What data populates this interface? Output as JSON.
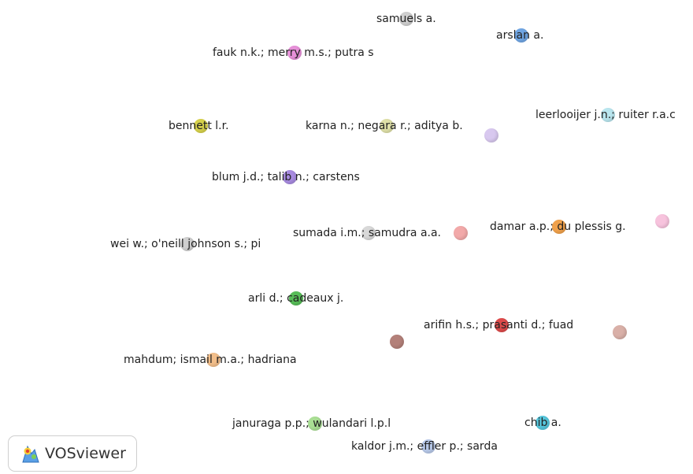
{
  "app_name": "VOSviewer",
  "nodes": [
    {
      "label": "samuels a.",
      "color": "#cfcfcf"
    },
    {
      "label": "arslan a.",
      "color": "#6fa5e3"
    },
    {
      "label": "fauk n.k.; merry m.s.; putra s",
      "color": "#e690d8"
    },
    {
      "label": "bennett l.r.",
      "color": "#d6d14b"
    },
    {
      "label": "karna n.; negara r.; aditya b.",
      "color": "#dfe0a8"
    },
    {
      "label": "",
      "color": "#d8c8ef"
    },
    {
      "label": "leerlooijer j.n.; ruiter r.a.c",
      "color": "#b9e6ef"
    },
    {
      "label": "blum j.d.; talib n.; carstens",
      "color": "#a88be0"
    },
    {
      "label": "sumada i.m.; samudra a.a.",
      "color": "#d8d8d8"
    },
    {
      "label": "",
      "color": "#f2a9a9"
    },
    {
      "label": "damar a.p.; du plessis g.",
      "color": "#f0a14b"
    },
    {
      "label": "",
      "color": "#f7c3dd"
    },
    {
      "label": "wei w.; o'neill johnson s.; pi",
      "color": "#cfcfcf"
    },
    {
      "label": "arli d.; cadeaux j.",
      "color": "#57bd58"
    },
    {
      "label": "arifin h.s.; prasanti d.; fuad",
      "color": "#dd4a4a"
    },
    {
      "label": "",
      "color": "#b38079"
    },
    {
      "label": "",
      "color": "#d9b0a8"
    },
    {
      "label": "mahdum; ismail m.a.; hadriana",
      "color": "#f2be8a"
    },
    {
      "label": "januraga p.p.; wulandari l.p.l",
      "color": "#a9de94"
    },
    {
      "label": "chib a.",
      "color": "#55c6dc"
    },
    {
      "label": "kaldor j.m.; effler p.; sarda",
      "color": "#b7c8e8"
    }
  ]
}
